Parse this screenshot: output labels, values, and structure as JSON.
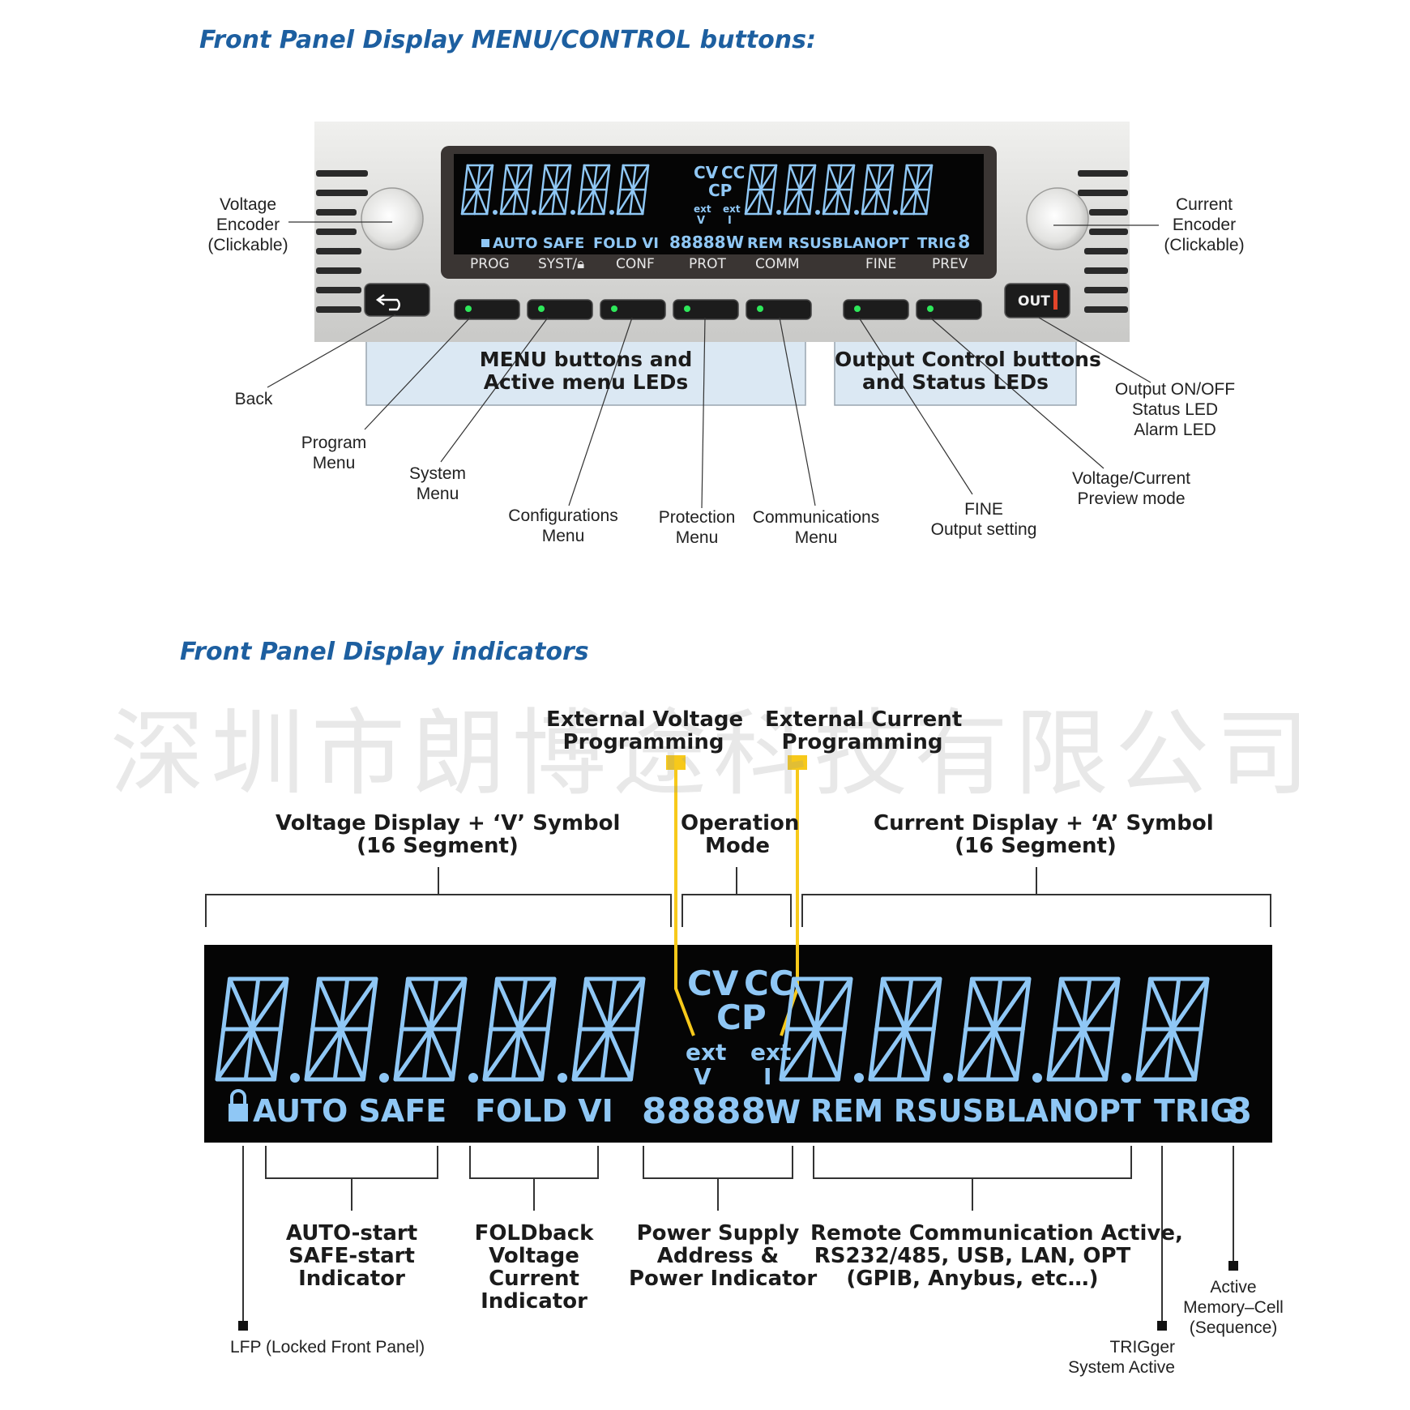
{
  "titles": {
    "menu_control": "Front Panel Display MENU/CONTROL buttons:",
    "indicators": "Front Panel Display indicators"
  },
  "watermark": "深圳市朗博途科技有限公司",
  "lcd_small": {
    "cv": "CV",
    "cc": "CC",
    "cp": "CP",
    "ext": "ext",
    "v": "V",
    "i": "I",
    "lock_row": "AUTO SAFE",
    "fold": "FOLD VI",
    "addr": "88888",
    "w": "W",
    "comm": "REM RSUSBLANOPT",
    "trig": "TRIG",
    "memory": "8"
  },
  "panel_keys": [
    "PROG",
    "SYST/",
    "CONF",
    "PROT",
    "COMM",
    "FINE",
    "PREV"
  ],
  "out_label": "OUT",
  "top_labels": {
    "voltage_encoder": [
      "Voltage",
      "Encoder",
      "(Clickable)"
    ],
    "current_encoder": [
      "Current",
      "Encoder",
      "(Clickable)"
    ],
    "back": "Back",
    "program_menu": [
      "Program",
      "Menu"
    ],
    "system_menu": [
      "System",
      "Menu"
    ],
    "configurations_menu": [
      "Configurations",
      "Menu"
    ],
    "protection_menu": [
      "Protection",
      "Menu"
    ],
    "communications_menu": [
      "Communications",
      "Menu"
    ],
    "fine": [
      "FINE",
      "Output setting"
    ],
    "preview": [
      "Voltage/Current",
      "Preview mode"
    ],
    "output_onoff": [
      "Output ON/OFF",
      "Status LED",
      "Alarm LED"
    ],
    "menu_box": [
      "MENU buttons and",
      "Active menu LEDs"
    ],
    "output_box": [
      "Output Control buttons",
      "and Status LEDs"
    ]
  },
  "bottom_labels": {
    "ext_voltage": [
      "External Voltage",
      "Programming"
    ],
    "ext_current": [
      "External Current",
      "Programming"
    ],
    "voltage_display": [
      "Voltage Display + ‘V’ Symbol",
      "(16 Segment)"
    ],
    "operation_mode": [
      "Operation",
      "Mode"
    ],
    "current_display": [
      "Current Display + ‘A’ Symbol",
      "(16 Segment)"
    ],
    "auto_safe": [
      "AUTO-start",
      "SAFE-start",
      "Indicator"
    ],
    "foldback": [
      "FOLDback",
      "Voltage",
      "Current",
      "Indicator"
    ],
    "power_supply": [
      "Power Supply",
      "Address &",
      "Power Indicator"
    ],
    "remote": [
      "Remote Communication Active,",
      "RS232/485, USB, LAN, OPT",
      "(GPIB, Anybus, etc…)"
    ],
    "lfp": "LFP (Locked Front Panel)",
    "trigger": [
      "TRIGger",
      "System Active"
    ],
    "memory": [
      "Active",
      "Memory–Cell",
      "(Sequence)"
    ]
  },
  "colors": {
    "title_blue": "#1d5fa0",
    "lcd_blue": "#8fc7f5",
    "lcd_bg": "#050505",
    "box_fill": "#dbe8f3",
    "led_green": "#2ee85a",
    "callout_yellow": "#f7c91a"
  }
}
